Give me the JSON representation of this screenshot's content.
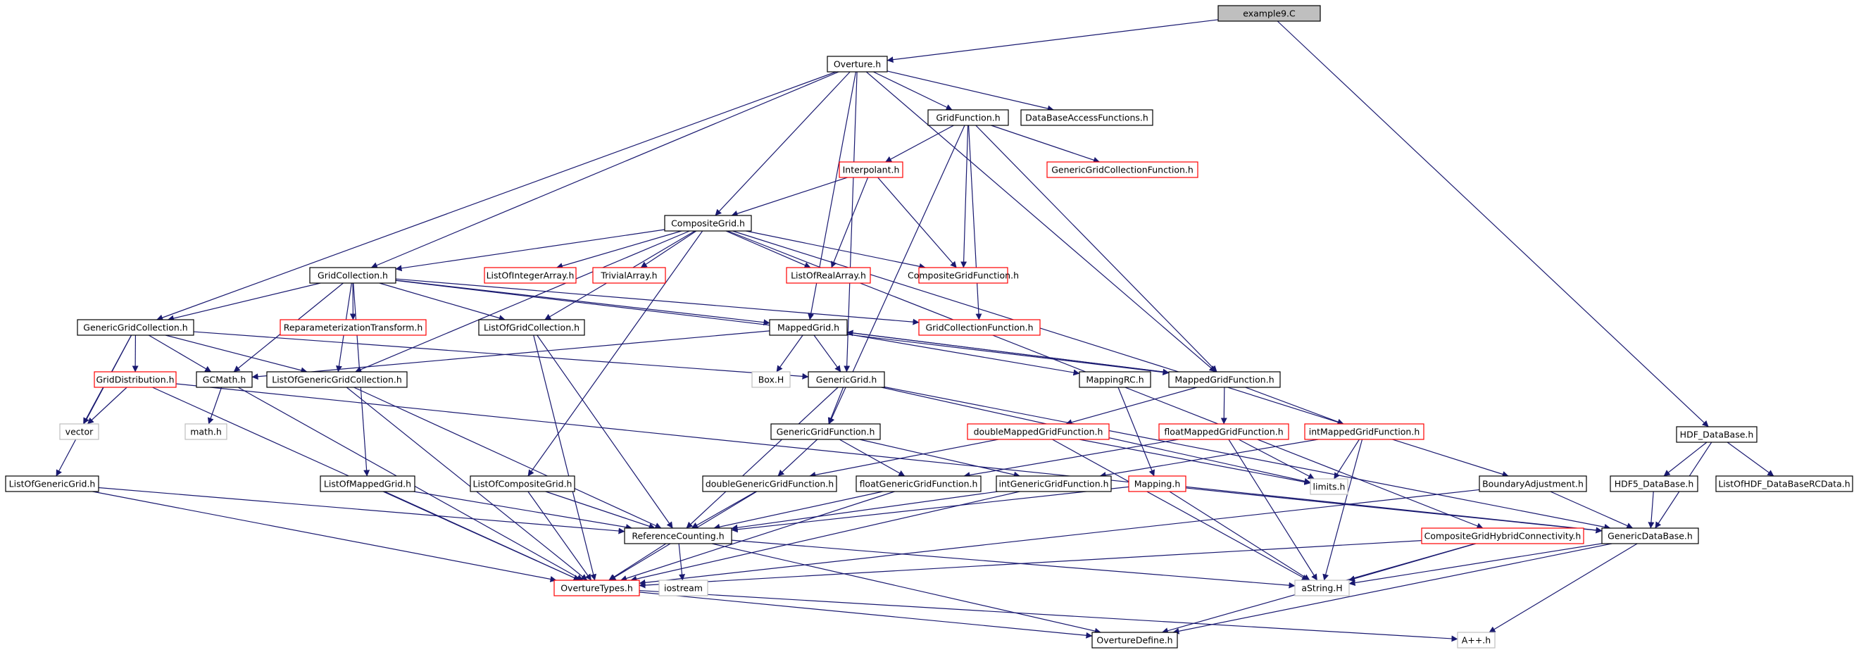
{
  "graph": {
    "colors": {
      "edge": "#191970",
      "border_normal": "#000000",
      "border_red": "#ff0000",
      "border_gray": "#bfbfbf",
      "root_fill": "#bfbfbf"
    },
    "nodes": [
      {
        "id": "example9",
        "label": "example9.C",
        "style": "root"
      },
      {
        "id": "overture",
        "label": "Overture.h",
        "style": "normal"
      },
      {
        "id": "gridfunction",
        "label": "GridFunction.h",
        "style": "normal"
      },
      {
        "id": "dbaccess",
        "label": "DataBaseAccessFunctions.h",
        "style": "normal"
      },
      {
        "id": "interpolant",
        "label": "Interpolant.h",
        "style": "red"
      },
      {
        "id": "gengcf",
        "label": "GenericGridCollectionFunction.h",
        "style": "red"
      },
      {
        "id": "compositegrid",
        "label": "CompositeGrid.h",
        "style": "normal"
      },
      {
        "id": "gridcollection",
        "label": "GridCollection.h",
        "style": "normal"
      },
      {
        "id": "listintarray",
        "label": "ListOfIntegerArray.h",
        "style": "red"
      },
      {
        "id": "trivialarray",
        "label": "TrivialArray.h",
        "style": "red"
      },
      {
        "id": "listrealarray",
        "label": "ListOfRealArray.h",
        "style": "red"
      },
      {
        "id": "compgridfunc",
        "label": "CompositeGridFunction.h",
        "style": "red"
      },
      {
        "id": "gengridcoll",
        "label": "GenericGridCollection.h",
        "style": "normal"
      },
      {
        "id": "reparam",
        "label": "ReparameterizationTransform.h",
        "style": "red"
      },
      {
        "id": "listgridcoll",
        "label": "ListOfGridCollection.h",
        "style": "normal"
      },
      {
        "id": "mappedgrid",
        "label": "MappedGrid.h",
        "style": "normal"
      },
      {
        "id": "gridcollfunc",
        "label": "GridCollectionFunction.h",
        "style": "red"
      },
      {
        "id": "griddist",
        "label": "GridDistribution.h",
        "style": "red"
      },
      {
        "id": "gcmath",
        "label": "GCMath.h",
        "style": "normal"
      },
      {
        "id": "listgengridcoll",
        "label": "ListOfGenericGridCollection.h",
        "style": "normal"
      },
      {
        "id": "boxh",
        "label": "Box.H",
        "style": "gray"
      },
      {
        "id": "genericgrid",
        "label": "GenericGrid.h",
        "style": "normal"
      },
      {
        "id": "mappingrc",
        "label": "MappingRC.h",
        "style": "normal"
      },
      {
        "id": "mappedgridfunc",
        "label": "MappedGridFunction.h",
        "style": "normal"
      },
      {
        "id": "vector",
        "label": "vector",
        "style": "gray"
      },
      {
        "id": "mathh",
        "label": "math.h",
        "style": "gray"
      },
      {
        "id": "gengridfunc",
        "label": "GenericGridFunction.h",
        "style": "normal"
      },
      {
        "id": "doublemgf",
        "label": "doubleMappedGridFunction.h",
        "style": "red"
      },
      {
        "id": "floatmgf",
        "label": "floatMappedGridFunction.h",
        "style": "red"
      },
      {
        "id": "intmgf",
        "label": "intMappedGridFunction.h",
        "style": "red"
      },
      {
        "id": "hdfdb",
        "label": "HDF_DataBase.h",
        "style": "normal"
      },
      {
        "id": "listgengrid",
        "label": "ListOfGenericGrid.h",
        "style": "normal"
      },
      {
        "id": "listmappedgrid",
        "label": "ListOfMappedGrid.h",
        "style": "normal"
      },
      {
        "id": "listcompgrid",
        "label": "ListOfCompositeGrid.h",
        "style": "normal"
      },
      {
        "id": "doublegengf",
        "label": "doubleGenericGridFunction.h",
        "style": "normal"
      },
      {
        "id": "floatgengf",
        "label": "floatGenericGridFunction.h",
        "style": "normal"
      },
      {
        "id": "intgengf",
        "label": "intGenericGridFunction.h",
        "style": "normal"
      },
      {
        "id": "mappingh",
        "label": "Mapping.h",
        "style": "red"
      },
      {
        "id": "limitsh",
        "label": "limits.h",
        "style": "gray"
      },
      {
        "id": "boundaryadj",
        "label": "BoundaryAdjustment.h",
        "style": "normal"
      },
      {
        "id": "hdf5db",
        "label": "HDF5_DataBase.h",
        "style": "normal"
      },
      {
        "id": "listhdfdbrc",
        "label": "ListOfHDF_DataBaseRCData.h",
        "style": "normal"
      },
      {
        "id": "refcount",
        "label": "ReferenceCounting.h",
        "style": "normal"
      },
      {
        "id": "cghybrid",
        "label": "CompositeGridHybridConnectivity.h",
        "style": "red"
      },
      {
        "id": "gendb",
        "label": "GenericDataBase.h",
        "style": "normal"
      },
      {
        "id": "overturetypes",
        "label": "OvertureTypes.h",
        "style": "red"
      },
      {
        "id": "iostream",
        "label": "iostream",
        "style": "gray"
      },
      {
        "id": "astring",
        "label": "aString.H",
        "style": "gray"
      },
      {
        "id": "overturedefine",
        "label": "OvertureDefine.h",
        "style": "normal"
      },
      {
        "id": "appph",
        "label": "A++.h",
        "style": "gray"
      }
    ],
    "edges": [
      [
        "example9",
        "overture"
      ],
      [
        "example9",
        "hdfdb"
      ],
      [
        "overture",
        "gridfunction"
      ],
      [
        "overture",
        "dbaccess"
      ],
      [
        "overture",
        "compositegrid"
      ],
      [
        "overture",
        "gridcollection"
      ],
      [
        "overture",
        "gengridcoll"
      ],
      [
        "overture",
        "mappedgrid"
      ],
      [
        "overture",
        "genericgrid"
      ],
      [
        "overture",
        "mappedgridfunc"
      ],
      [
        "gridfunction",
        "interpolant"
      ],
      [
        "gridfunction",
        "gengcf"
      ],
      [
        "gridfunction",
        "compgridfunc"
      ],
      [
        "gridfunction",
        "gridcollfunc"
      ],
      [
        "gridfunction",
        "gengridfunc"
      ],
      [
        "gridfunction",
        "mappedgridfunc"
      ],
      [
        "interpolant",
        "compositegrid"
      ],
      [
        "interpolant",
        "listrealarray"
      ],
      [
        "interpolant",
        "compgridfunc"
      ],
      [
        "compositegrid",
        "gridcollection"
      ],
      [
        "compositegrid",
        "listintarray"
      ],
      [
        "compositegrid",
        "trivialarray"
      ],
      [
        "compositegrid",
        "listrealarray"
      ],
      [
        "compositegrid",
        "compgridfunc"
      ],
      [
        "compositegrid",
        "listgridcoll"
      ],
      [
        "compositegrid",
        "listgengridcoll"
      ],
      [
        "compositegrid",
        "listcompgrid"
      ],
      [
        "compositegrid",
        "boundaryadj"
      ],
      [
        "compositegrid",
        "cghybrid"
      ],
      [
        "gridcollection",
        "gengridcoll"
      ],
      [
        "gridcollection",
        "reparam"
      ],
      [
        "gridcollection",
        "listgridcoll"
      ],
      [
        "gridcollection",
        "mappedgrid"
      ],
      [
        "gridcollection",
        "gcmath"
      ],
      [
        "gridcollection",
        "listgengridcoll"
      ],
      [
        "gridcollection",
        "listmappedgrid"
      ],
      [
        "gridcollection",
        "gridcollfunc"
      ],
      [
        "gridcollection",
        "mappedgridfunc"
      ],
      [
        "gengridcoll",
        "griddist"
      ],
      [
        "gengridcoll",
        "gcmath"
      ],
      [
        "gengridcoll",
        "listgengridcoll"
      ],
      [
        "gengridcoll",
        "genericgrid"
      ],
      [
        "gengridcoll",
        "vector"
      ],
      [
        "gengridcoll",
        "listgengrid"
      ],
      [
        "listgridcoll",
        "refcount"
      ],
      [
        "listgridcoll",
        "overturetypes"
      ],
      [
        "mappedgrid",
        "boxh"
      ],
      [
        "mappedgrid",
        "genericgrid"
      ],
      [
        "mappedgrid",
        "mappingrc"
      ],
      [
        "mappedgrid",
        "mappedgridfunc"
      ],
      [
        "mappedgrid",
        "gcmath"
      ],
      [
        "griddist",
        "vector"
      ],
      [
        "griddist",
        "overturetypes"
      ],
      [
        "griddist",
        "gendb"
      ],
      [
        "gcmath",
        "mathh"
      ],
      [
        "gcmath",
        "overturetypes"
      ],
      [
        "listgengridcoll",
        "refcount"
      ],
      [
        "listgengridcoll",
        "overturetypes"
      ],
      [
        "genericgrid",
        "gengridfunc"
      ],
      [
        "genericgrid",
        "refcount"
      ],
      [
        "genericgrid",
        "limitsh"
      ],
      [
        "genericgrid",
        "gendb"
      ],
      [
        "mappingrc",
        "mappingh"
      ],
      [
        "mappedgridfunc",
        "doublemgf"
      ],
      [
        "mappedgridfunc",
        "floatmgf"
      ],
      [
        "mappedgridfunc",
        "intmgf"
      ],
      [
        "mappedgridfunc",
        "mappedgrid"
      ],
      [
        "gengridfunc",
        "doublegengf"
      ],
      [
        "gengridfunc",
        "floatgengf"
      ],
      [
        "gengridfunc",
        "intgengf"
      ],
      [
        "doublemgf",
        "doublegengf"
      ],
      [
        "doublemgf",
        "limitsh"
      ],
      [
        "doublemgf",
        "astring"
      ],
      [
        "floatmgf",
        "floatgengf"
      ],
      [
        "floatmgf",
        "limitsh"
      ],
      [
        "floatmgf",
        "astring"
      ],
      [
        "intmgf",
        "intgengf"
      ],
      [
        "intmgf",
        "limitsh"
      ],
      [
        "intmgf",
        "astring"
      ],
      [
        "hdfdb",
        "hdf5db"
      ],
      [
        "hdfdb",
        "listhdfdbrc"
      ],
      [
        "hdfdb",
        "gendb"
      ],
      [
        "listgengrid",
        "refcount"
      ],
      [
        "listgengrid",
        "overturetypes"
      ],
      [
        "listmappedgrid",
        "refcount"
      ],
      [
        "listmappedgrid",
        "overturetypes"
      ],
      [
        "listcompgrid",
        "refcount"
      ],
      [
        "listcompgrid",
        "overturetypes"
      ],
      [
        "doublegengf",
        "refcount"
      ],
      [
        "doublegengf",
        "overturetypes"
      ],
      [
        "floatgengf",
        "refcount"
      ],
      [
        "floatgengf",
        "overturetypes"
      ],
      [
        "intgengf",
        "refcount"
      ],
      [
        "intgengf",
        "overturetypes"
      ],
      [
        "mappingh",
        "refcount"
      ],
      [
        "mappingh",
        "astring"
      ],
      [
        "mappingh",
        "gendb"
      ],
      [
        "boundaryadj",
        "gendb"
      ],
      [
        "boundaryadj",
        "overturetypes"
      ],
      [
        "hdf5db",
        "gendb"
      ],
      [
        "refcount",
        "overturetypes"
      ],
      [
        "refcount",
        "iostream"
      ],
      [
        "refcount",
        "astring"
      ],
      [
        "refcount",
        "overturedefine"
      ],
      [
        "cghybrid",
        "overturetypes"
      ],
      [
        "cghybrid",
        "astring"
      ],
      [
        "cghybrid",
        "overturedefine"
      ],
      [
        "gendb",
        "astring"
      ],
      [
        "gendb",
        "overturedefine"
      ],
      [
        "gendb",
        "appph"
      ],
      [
        "overturetypes",
        "overturedefine"
      ],
      [
        "overturetypes",
        "appph"
      ]
    ]
  }
}
